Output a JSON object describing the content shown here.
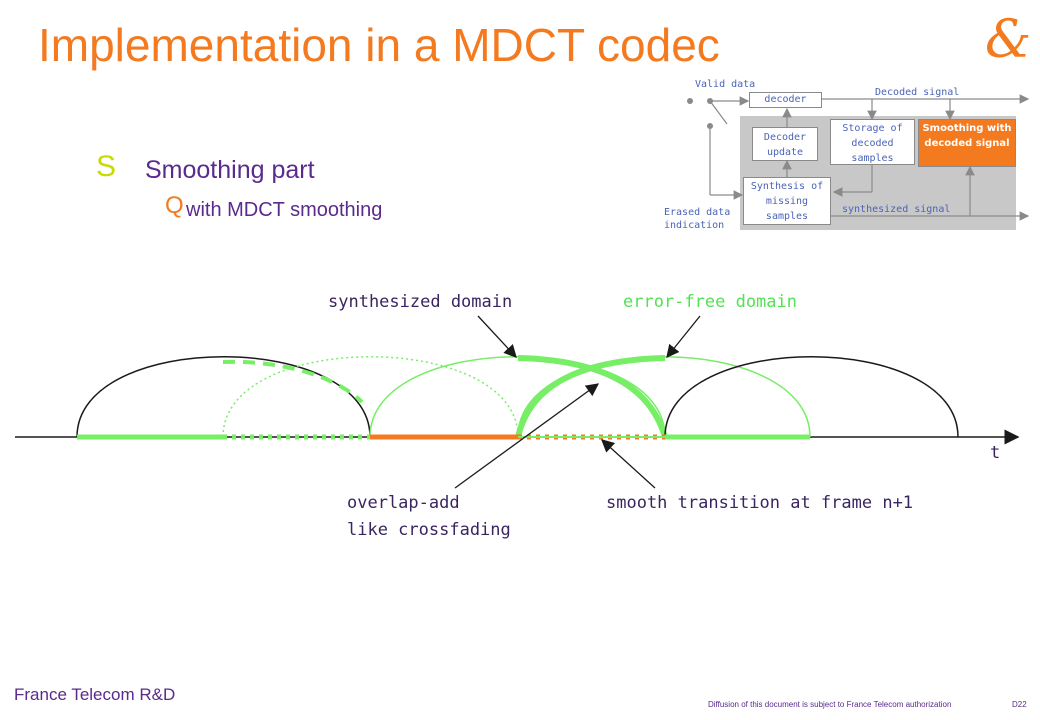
{
  "title": "Implementation in a MDCT codec",
  "bullets": {
    "level1_marker": "S",
    "level1_text": "Smoothing part",
    "level2_marker": "Q",
    "level2_text": "with MDCT smoothing"
  },
  "block_diagram": {
    "valid_data": "Valid data",
    "decoder": "decoder",
    "decoded_signal": "Decoded signal",
    "decoder_update": "Decoder update",
    "storage": "Storage of decoded samples",
    "smoothing": "Smoothing with decoded signal",
    "synthesis": "Synthesis of missing samples",
    "erased_data_line1": "Erased data",
    "erased_data_line2": "indication",
    "synthesized_signal": "synthesized signal"
  },
  "annotations": {
    "synthesized_domain": "synthesized domain",
    "error_free_domain": "error-free domain",
    "overlap_add_line1": "overlap-add",
    "overlap_add_line2": "like crossfading",
    "smooth_transition": "smooth transition at frame  n+1",
    "time_axis": "t"
  },
  "footer": {
    "left": "France Telecom R&D",
    "notice": "Diffusion of  this document  is subject to France Telecom  authorization",
    "page": "D22"
  },
  "colors": {
    "title": "#f47a20",
    "text": "#5a2a8c",
    "green": "#77ee66",
    "orange": "#f47a20",
    "diagram_blue": "#4a63b8"
  }
}
